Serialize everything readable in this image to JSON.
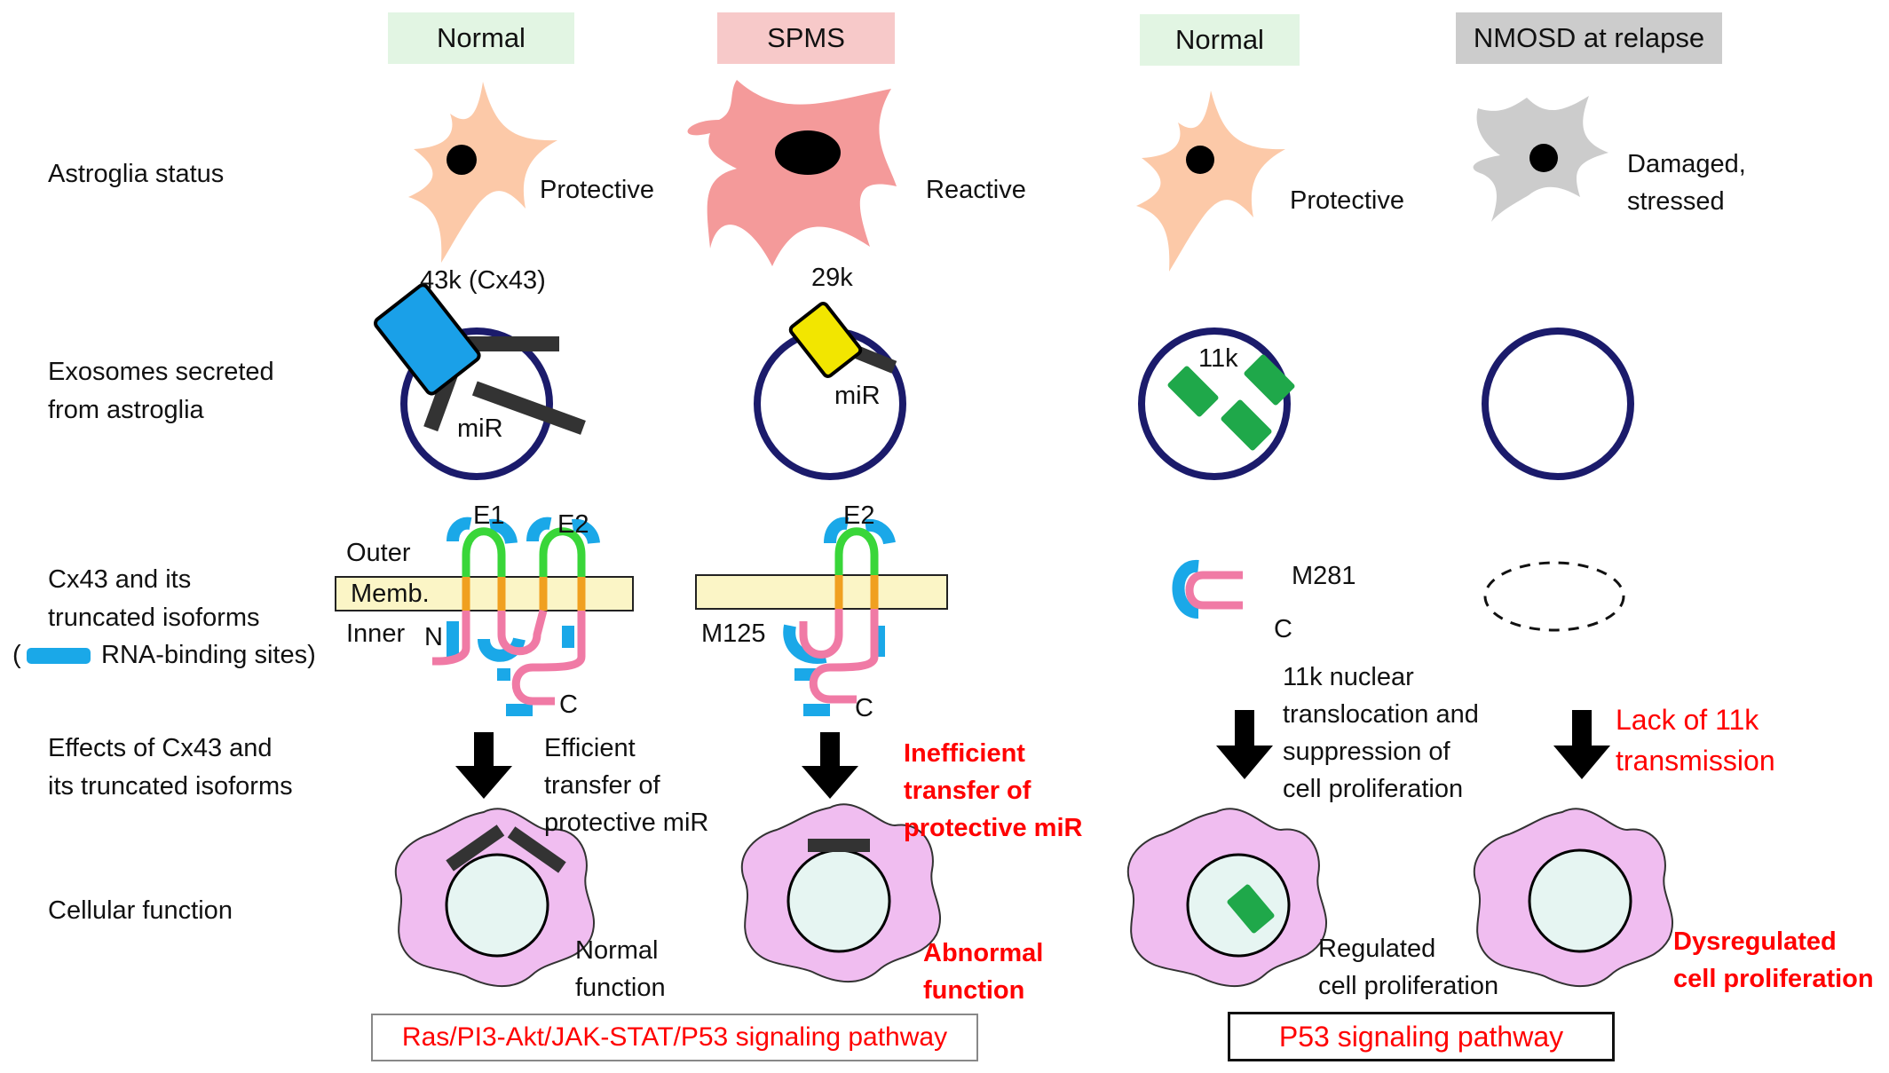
{
  "columns": [
    {
      "label": "Normal",
      "color": "#e2f5e3"
    },
    {
      "label": "SPMS",
      "color": "#f7c9c9"
    },
    {
      "label": "Normal",
      "color": "#e2f5e3"
    },
    {
      "label": "NMOSD at relapse",
      "color": "#cccccc"
    }
  ],
  "rows": {
    "astroglia": "Astroglia status",
    "exosomes_1": "Exosomes secreted",
    "exosomes_2": "from astroglia",
    "cx43_1": "Cx43 and its",
    "cx43_2": "truncated isoforms",
    "cx43_3_open": "(",
    "cx43_3": "RNA-binding sites)",
    "effects_1": "Effects of Cx43 and",
    "effects_2": "its truncated isoforms",
    "cellular": "Cellular function"
  },
  "astroglia_status": {
    "col1": "Protective",
    "col2": "Reactive",
    "col3": "Protective",
    "col4_1": "Damaged,",
    "col4_2": "stressed"
  },
  "exosome_labels": {
    "col1_top": "43k (Cx43)",
    "col1_mir": "miR",
    "col2_top": "29k",
    "col2_mir": "miR",
    "col3_top": "11k"
  },
  "membrane_labels": {
    "outer": "Outer",
    "memb": "Memb.",
    "inner": "Inner",
    "n": "N",
    "e1": "E1",
    "e2_col1": "E2",
    "c_col1": "C",
    "e2_col2": "E2",
    "m125": "M125",
    "c_col2": "C",
    "m281": "M281",
    "c_col3": "C"
  },
  "effects": {
    "col1": [
      "Efficient",
      "transfer of",
      "protective miR"
    ],
    "col2": [
      "Inefficient",
      "transfer of",
      "protective miR"
    ],
    "col3": [
      "11k nuclear",
      "translocation and",
      "suppression of",
      "cell proliferation"
    ],
    "col4": [
      "Lack of 11k",
      "transmission"
    ]
  },
  "cell_function": {
    "col1": [
      "Normal",
      "function"
    ],
    "col2": [
      "Abnormal",
      "function"
    ],
    "col3": [
      "Regulated",
      "cell proliferation"
    ],
    "col4": [
      "Dysregulated",
      "cell proliferation"
    ]
  },
  "pathways": {
    "left": "Ras/PI3-Akt/JAK-STAT/P53  signaling pathway",
    "right": "P53 signaling pathway"
  },
  "colors": {
    "astro_normal": "#fcc9a8",
    "astro_reactive": "#f49a9a",
    "astro_damaged": "#cccccc",
    "exosome_ring": "#1b1b6b",
    "cx43_box": "#1aa0e8",
    "box_29k": "#f2e600",
    "fragment_11k": "#1fa84a",
    "membrane": "#fbf5c6",
    "loop_green": "#39d639",
    "loop_orange": "#f0a020",
    "tail_pink": "#f07aa5",
    "rna_site": "#1aa8e8",
    "target_cell": "#f0bdf0",
    "nucleus": "#e6f5f2",
    "red_text": "#ff0000"
  }
}
